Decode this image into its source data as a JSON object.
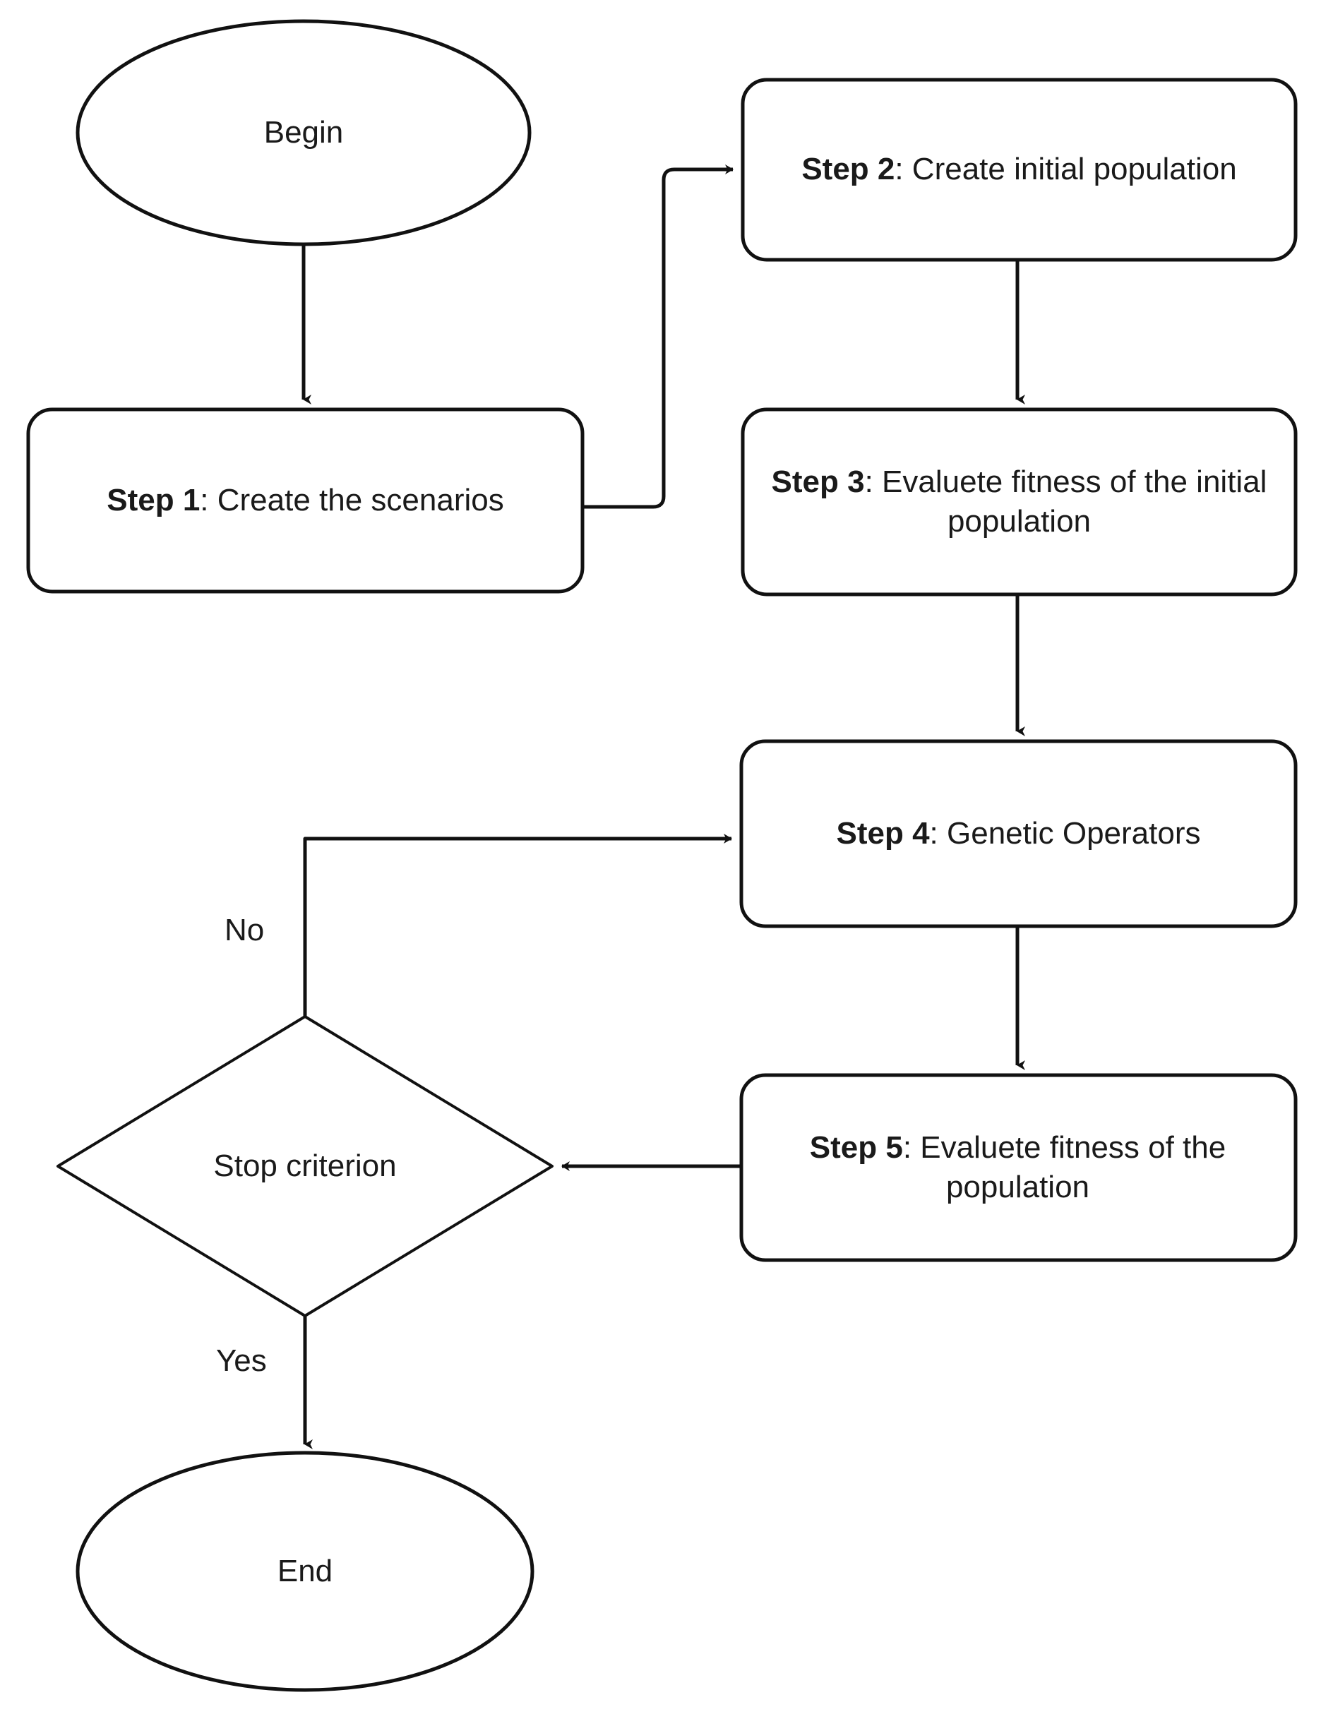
{
  "diagram": {
    "type": "flowchart",
    "title": "",
    "background_color": "#ffffff",
    "stroke_color": "#1a1a1a",
    "text_color": "#1a1a1a",
    "nodes": {
      "begin": {
        "shape": "ellipse",
        "label": "Begin"
      },
      "step1": {
        "shape": "rounded-rectangle",
        "prefix": "Step 1",
        "rest": ": Create the scenarios",
        "label": "Step 1: Create the scenarios"
      },
      "step2": {
        "shape": "rounded-rectangle",
        "prefix": "Step 2",
        "rest": ": Create initial population",
        "label": "Step 2: Create initial population"
      },
      "step3": {
        "shape": "rounded-rectangle",
        "prefix": "Step 3",
        "rest": ": Evaluete fitness of the initial population",
        "label": "Step 3: Evaluete fitness of the initial population"
      },
      "step4": {
        "shape": "rounded-rectangle",
        "prefix": "Step 4",
        "rest": ": Genetic Operators",
        "label": "Step 4: Genetic Operators"
      },
      "step5": {
        "shape": "rounded-rectangle",
        "prefix": "Step 5",
        "rest": ": Evaluete fitness of the population",
        "label": "Step 5: Evaluete fitness of the population"
      },
      "decision": {
        "shape": "diamond",
        "label": "Stop criterion"
      },
      "end": {
        "shape": "ellipse",
        "label": "End"
      }
    },
    "edges": [
      {
        "from": "begin",
        "to": "step1",
        "label": ""
      },
      {
        "from": "step1",
        "to": "step2",
        "label": ""
      },
      {
        "from": "step2",
        "to": "step3",
        "label": ""
      },
      {
        "from": "step3",
        "to": "step4",
        "label": ""
      },
      {
        "from": "step4",
        "to": "step5",
        "label": ""
      },
      {
        "from": "step5",
        "to": "decision",
        "label": ""
      },
      {
        "from": "decision",
        "to": "step4",
        "label": "No"
      },
      {
        "from": "decision",
        "to": "end",
        "label": "Yes"
      }
    ],
    "edge_labels": {
      "no": "No",
      "yes": "Yes"
    }
  }
}
